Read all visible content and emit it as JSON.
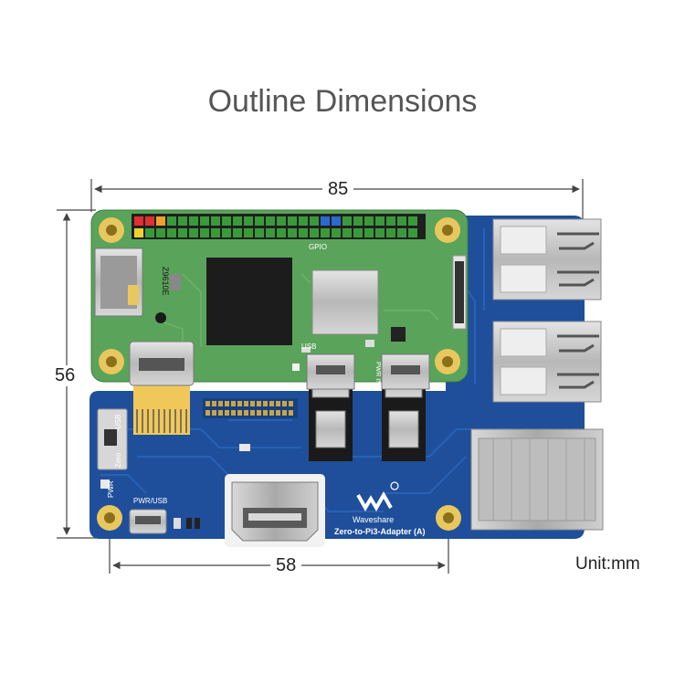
{
  "title": "Outline Dimensions",
  "dimensions": {
    "width": "85",
    "height": "56",
    "hole_spacing": "58"
  },
  "unit": "Unit:mm",
  "silkscreen": {
    "gpio": "GPIO",
    "usb": "USB",
    "pwr_in": "PWR IN",
    "switch_usb": "USB",
    "switch_zero": "Zero",
    "pwr_led": "PWR",
    "pwr_usb": "PWR/USB",
    "brand": "Waveshare",
    "product": "Zero-to-Pi3-Adapter (A)",
    "chip_code": "Z9610E"
  },
  "colors": {
    "green_board": "#5aa35a",
    "blue_board": "#1f4f9a",
    "gold": "#d8b24a",
    "metal": "#c9c9c9"
  }
}
